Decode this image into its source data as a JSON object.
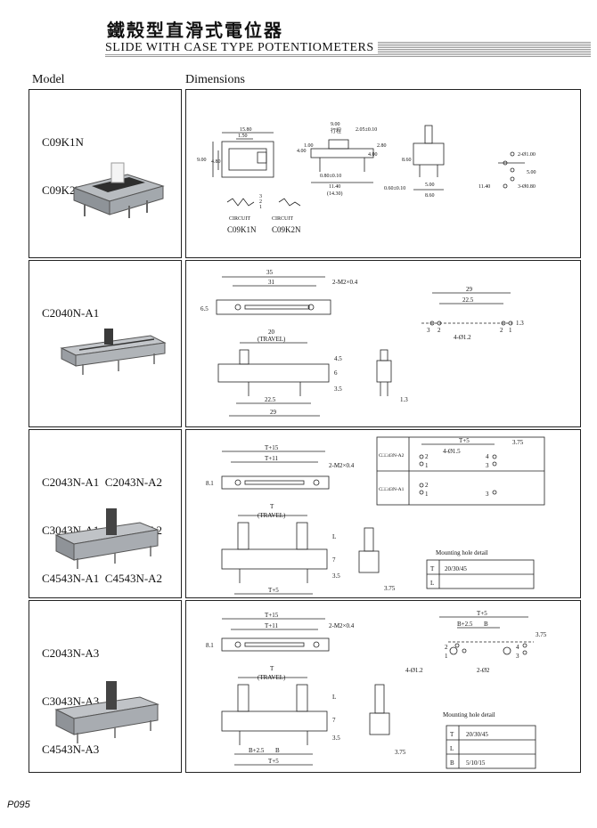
{
  "header": {
    "title_zh": "鐵殼型直滑式電位器",
    "title_en": "SLIDE WITH CASE TYPE POTENTIOMETERS"
  },
  "columns": {
    "model": "Model",
    "dimensions": "Dimensions"
  },
  "rows": [
    {
      "models": [
        "C09K1N",
        "C09K2N"
      ],
      "dims": {
        "d1": "15.80",
        "d2": "1.50",
        "d3": "9.00",
        "d4": "4.80",
        "d5": "9.00",
        "d6": "行程",
        "d7": "2.05±0.10",
        "d8": "4.00",
        "d9": "1.00",
        "d10": "2.80",
        "d11": "4.00",
        "d12": "0.80±0.10",
        "d13": "11.40",
        "d14": "(14.30)",
        "d15": "0.60±0.10",
        "d16": "5.00",
        "d17": "8.60",
        "d18": "8.60",
        "d19": "2-Ø1.00",
        "d20": "5.00",
        "d21": "11.40",
        "d22": "3-Ø0.80",
        "circuit": "CIRCUIT",
        "c1": "C09K1N",
        "c2": "C09K2N",
        "p1": "3",
        "p2": "2",
        "p3": "1"
      }
    },
    {
      "models": [
        "C2040N-A1"
      ],
      "dims": {
        "d1": "35",
        "d2": "31",
        "d3": "2-M2×0.4",
        "d4": "6.5",
        "d5": "20",
        "d6": "(TRAVEL)",
        "d7": "4.5",
        "d8": "6",
        "d9": "3.5",
        "d10": "22.5",
        "d11": "29",
        "d12": "1.3",
        "d13": "29",
        "d14": "22.5",
        "d15": "1.3",
        "d16": "4-Ø1.2",
        "p1": "3",
        "p2": "2",
        "p3": "2",
        "p4": "1"
      }
    },
    {
      "models": [
        "C2043N-A1  C2043N-A2",
        "C3043N-A1  C3043N-A2",
        "C4543N-A1  C4543N-A2"
      ],
      "dims": {
        "d1": "T+15",
        "d2": "T+11",
        "d3": "2-M2×0.4",
        "d4": "8.1",
        "d5": "T",
        "d6": "(TRAVEL)",
        "d7": "L",
        "d8": "7",
        "d9": "3.5",
        "d10": "T+5",
        "d11": "3.75",
        "d12": "T+5",
        "d13": "3.75",
        "d14": "4-Ø1.5",
        "a2": "C□□43N-A2",
        "a1": "C□□43N-A1",
        "p1": "2",
        "p2": "1",
        "p3": "4",
        "p4": "3",
        "mount": "Mounting hole detail",
        "t": "T",
        "tv": "20/30/45",
        "l": "L"
      }
    },
    {
      "models": [
        "C2043N-A3",
        "C3043N-A3",
        "C4543N-A3"
      ],
      "dims": {
        "d1": "T+15",
        "d2": "T+11",
        "d3": "2-M2×0.4",
        "d4": "8.1",
        "d5": "T",
        "d6": "(TRAVEL)",
        "d7": "L",
        "d8": "7",
        "d9": "3.5",
        "d10": "B+2.5",
        "d11": "B",
        "d12": "T+5",
        "d13": "3.75",
        "d14": "T+5",
        "d15": "B+2.5",
        "d16": "B",
        "d17": "3.75",
        "d18": "4-Ø1.2",
        "d19": "2-Ø2",
        "p1": "2",
        "p2": "1",
        "p3": "4",
        "p4": "3",
        "mount": "Mounting hole detail",
        "t": "T",
        "tv": "20/30/45",
        "l": "L",
        "b": "B",
        "bv": "5/10/15"
      }
    }
  ],
  "footer": "P095"
}
